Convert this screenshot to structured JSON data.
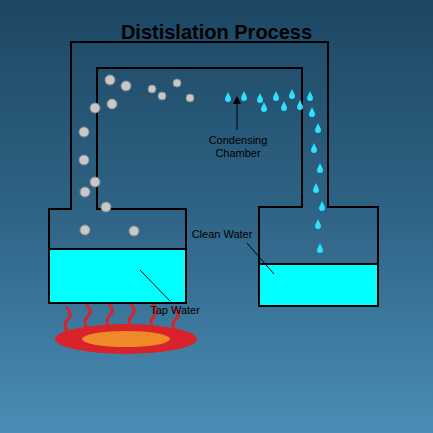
{
  "diagram": {
    "title": "Distislation Process",
    "labels": [
      "Condensing Chamber",
      "Clean Water",
      "Tap Water"
    ]
  }
}
